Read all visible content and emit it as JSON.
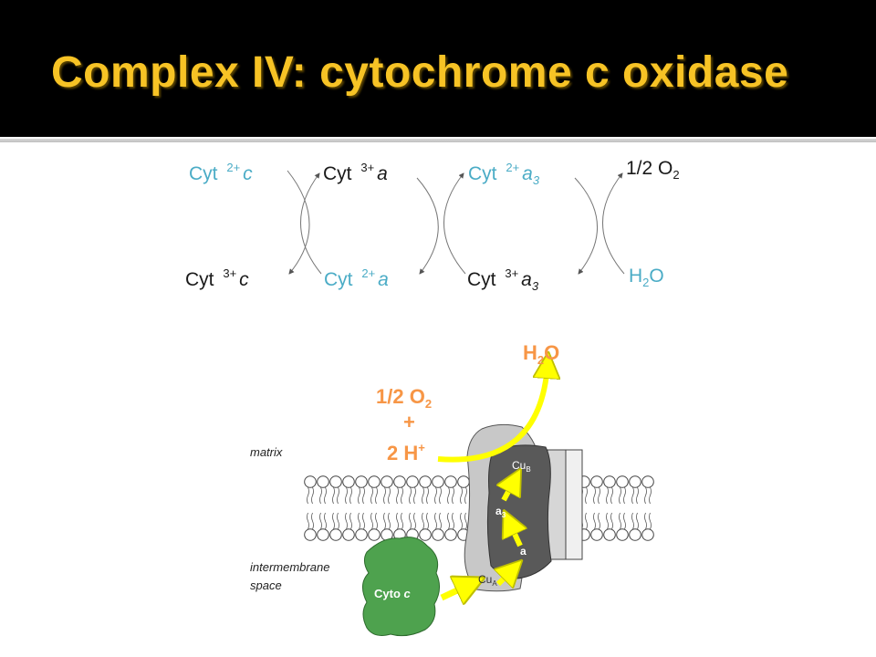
{
  "slide": {
    "title": "Complex IV:  cytochrome c oxidase"
  },
  "equation": {
    "top": [
      {
        "base": "Cyt ",
        "sup": "2+",
        "suffix": "c",
        "sub": ""
      },
      {
        "base": "Cyt ",
        "sup": "3+",
        "suffix": "a",
        "sub": ""
      },
      {
        "base": "Cyt ",
        "sup": "2+",
        "suffix": "a",
        "sub": "3"
      },
      {
        "base": "1/2 O",
        "sup": "",
        "suffix": "",
        "sub": "2"
      }
    ],
    "bottom": [
      {
        "base": "Cyt ",
        "sup": "3+",
        "suffix": "c",
        "sub": ""
      },
      {
        "base": "Cyt ",
        "sup": "2+",
        "suffix": "a",
        "sub": ""
      },
      {
        "base": "Cyt ",
        "sup": "3+",
        "suffix": "a",
        "sub": "3"
      },
      {
        "base": "H",
        "sub": "2",
        "tail": "O"
      }
    ]
  },
  "illustration": {
    "product": {
      "base": "H",
      "sub": "2",
      "tail": "O"
    },
    "reactant_o2": {
      "base": "1/2 O",
      "sub": "2"
    },
    "plus": "+",
    "protons": {
      "base": "2 H",
      "sup": "+"
    },
    "matrix_label": "matrix",
    "intermembrane_label_1": "intermembrane",
    "intermembrane_label_2": "space",
    "cyto_c": {
      "base": "Cyto ",
      "ital": "c"
    },
    "cu_a": {
      "base": "Cu",
      "sub": "A"
    },
    "cu_b": {
      "base": "Cu",
      "sub": "B"
    },
    "heme_a3": {
      "base": "a",
      "sub": "3"
    },
    "heme_a": "a",
    "colors": {
      "title": "#f7c325",
      "blue_text": "#4bacc6",
      "orange_text": "#f79646",
      "arrow_yellow": "#ffff00",
      "cyto_green": "#4ea24e",
      "complex_dark": "#595959",
      "complex_light": "#c8c8c8"
    }
  }
}
